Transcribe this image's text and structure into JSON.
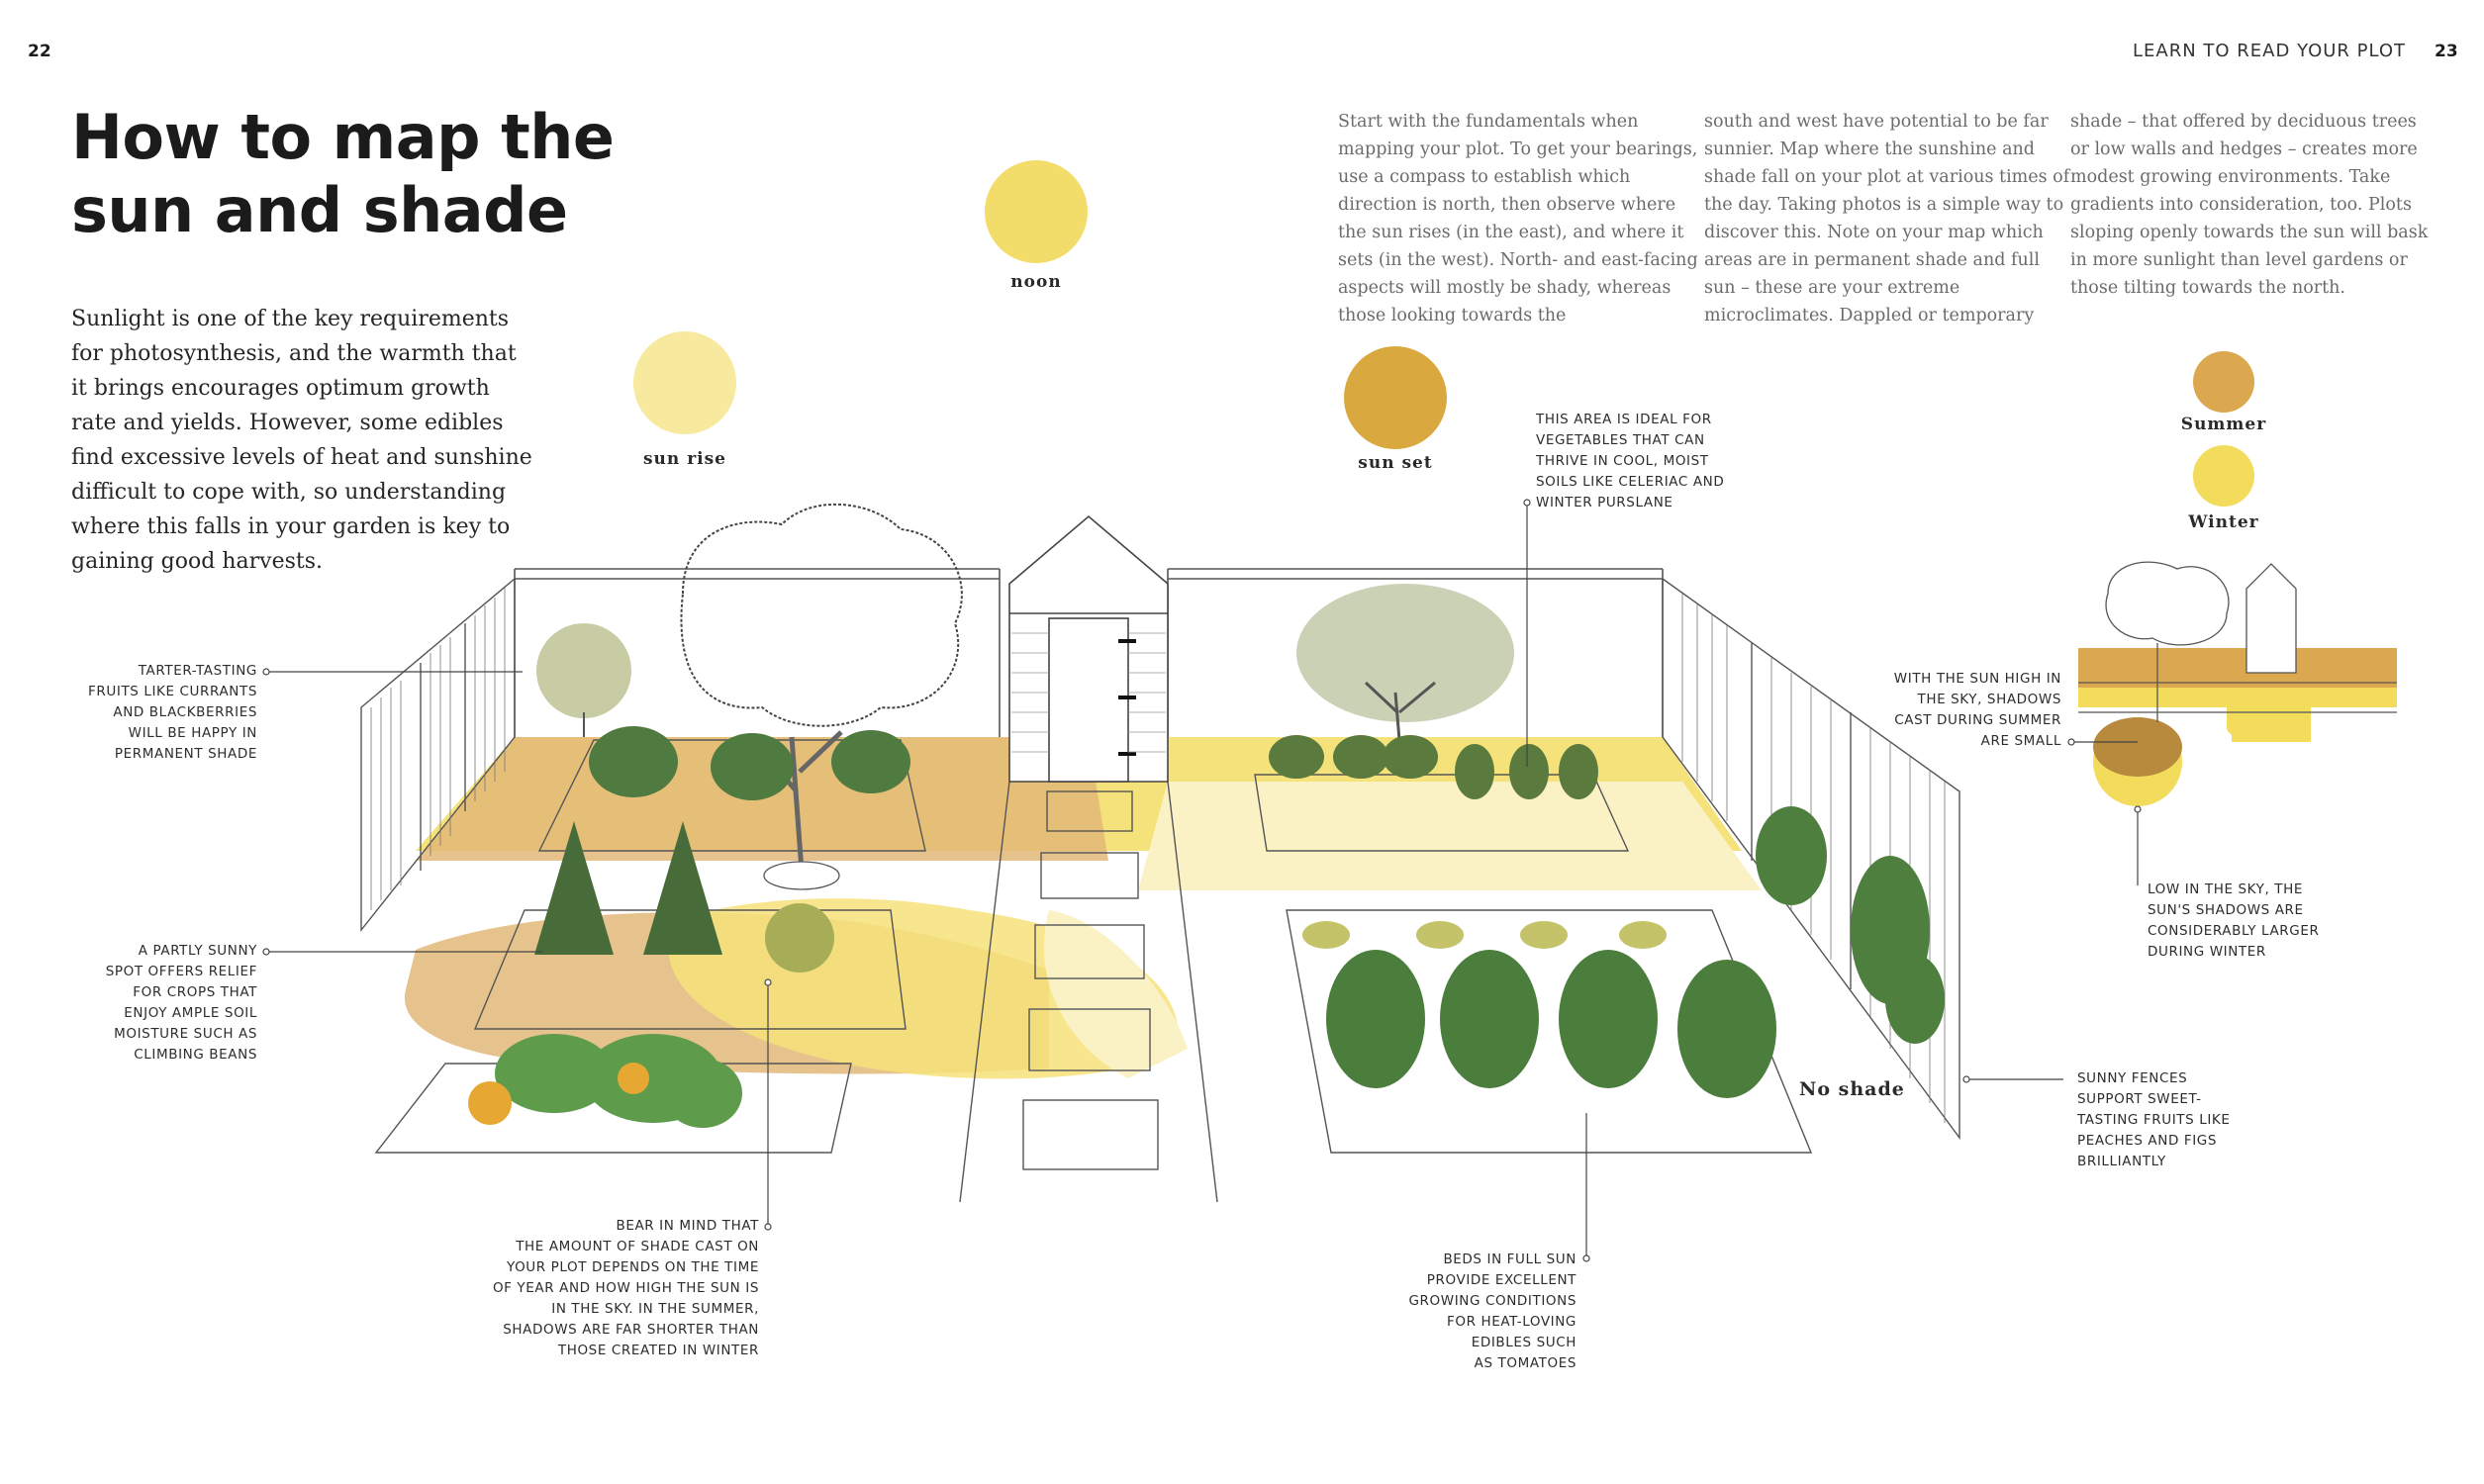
{
  "page": {
    "left_number": "22",
    "right_number": "23",
    "running_head": "LEARN TO READ YOUR PLOT"
  },
  "title": "How to map the sun and shade",
  "intro": "Sunlight is one of the key requirements for photosynthesis, and the warmth that it brings encourages optimum growth rate and yields. However, some edibles find excessive levels of heat and sunshine difficult to cope with, so understanding where this falls in your garden is key to gaining good harvests.",
  "columns": [
    "Start with the fundamentals when mapping your plot. To get your bearings, use a compass to establish which direction is north, then observe where the sun rises (in the east), and where it sets (in the west). North- and east-facing aspects will mostly be shady, whereas those looking towards the",
    "south and west have potential to be far sunnier. Map where the sunshine and shade fall on your plot at various times of the day. Taking photos is a simple way to discover this. Note on your map which areas are in permanent shade and full sun – these are your extreme microclimates. Dappled or temporary",
    "shade – that offered by deciduous trees or low walls and hedges – creates more modest growing environments.  Take gradients into consideration, too. Plots sloping openly towards the sun will bask in more sunlight than level gardens or those tilting towards the north."
  ],
  "suns": {
    "sunrise": "sun rise",
    "noon": "noon",
    "sunset": "sun set"
  },
  "legend": {
    "summer": "Summer",
    "winter": "Winter"
  },
  "labels": {
    "no_shade": "No shade"
  },
  "callouts": {
    "tarter": "TARTER-TASTING\nFRUITS LIKE CURRANTS\nAND BLACKBERRIES\nWILL BE HAPPY IN\nPERMANENT SHADE",
    "partly": "A PARTLY SUNNY\nSPOT OFFERS RELIEF\nFOR CROPS THAT\nENJOY AMPLE SOIL\nMOISTURE SUCH AS\nCLIMBING BEANS",
    "bear": "BEAR IN MIND THAT\nTHE AMOUNT OF SHADE CAST ON\nYOUR PLOT DEPENDS ON THE TIME\nOF YEAR AND HOW HIGH THE SUN IS\nIN THE SKY. IN THE SUMMER,\nSHADOWS ARE FAR SHORTER THAN\nTHOSE CREATED IN WINTER",
    "ideal": "THIS AREA IS IDEAL FOR\nVEGETABLES THAT CAN\nTHRIVE IN COOL, MOIST\nSOILS LIKE CELERIAC AND\nWINTER PURSLANE",
    "beds": "BEDS IN FULL SUN\nPROVIDE EXCELLENT\nGROWING CONDITIONS\nFOR HEAT-LOVING\nEDIBLES SUCH\nAS TOMATOES",
    "fences": "SUNNY FENCES\nSUPPORT SWEET-\nTASTING FRUITS LIKE\nPEACHES AND FIGS\nBRILLIANTLY",
    "summer_sky": "WITH THE SUN HIGH IN\nTHE SKY, SHADOWS\nCAST DURING SUMMER\nARE SMALL",
    "winter_sky": "LOW IN THE SKY, THE\nSUN'S SHADOWS ARE\nCONSIDERABLY LARGER\nDURING WINTER"
  },
  "colors": {
    "sun_noon": "#f2dc6a",
    "sun_rise": "#f7ea9e",
    "sun_set": "#d9a93f",
    "shade_summer": "#dba850",
    "shade_winter": "#f3db5c",
    "ground_sun": "#f6e27a",
    "ground_pale": "#faf2c4",
    "ground_shade": "#e2b878"
  }
}
